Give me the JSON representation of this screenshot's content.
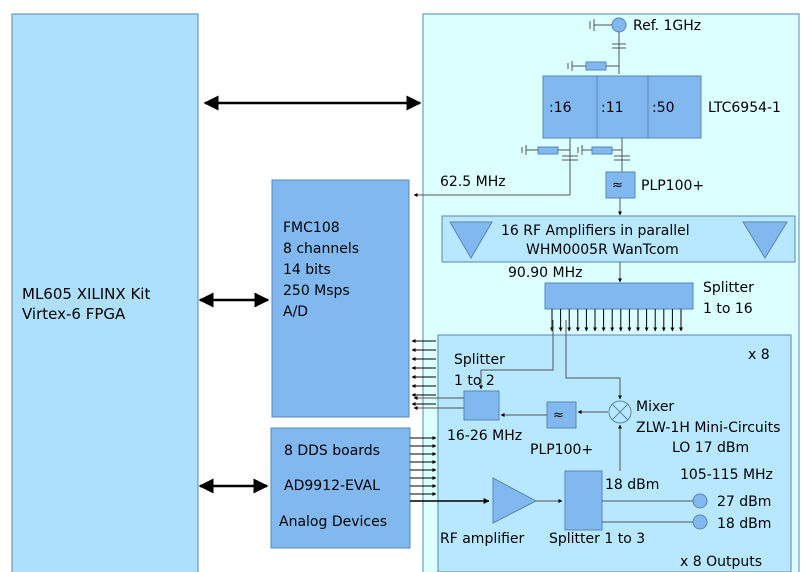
{
  "fpga": {
    "line1": "ML605 XILINX Kit",
    "line2": "Virtex-6 FPGA"
  },
  "ref": "Ref. 1GHz",
  "divider": {
    "d1": ":16",
    "d2": ":11",
    "d3": ":50",
    "part": "LTC6954-1"
  },
  "freq_62": "62.5 MHz",
  "filter_top": "PLP100+",
  "adc": {
    "l1": "FMC108",
    "l2": "8 channels",
    "l3": "14 bits",
    "l4": "250 Msps",
    "l5": "A/D"
  },
  "amps": {
    "l1": "16 RF Amplifiers in parallel",
    "l2": "WHM0005R WanTcom"
  },
  "freq_90": "90.90 MHz",
  "splitter16": {
    "l1": "Splitter",
    "l2": "1 to 16"
  },
  "x8": "x 8",
  "splitter2": {
    "l1": "Splitter",
    "l2": "1 to 2"
  },
  "mixer": {
    "l1": "Mixer",
    "l2": "ZLW-1H Mini-Circuits",
    "l3": "LO 17 dBm"
  },
  "freq_16": "16-26 MHz",
  "filter_mid": "PLP100+",
  "dds": {
    "l1": "8 DDS boards",
    "l2": "AD9912-EVAL",
    "l3": "Analog Devices"
  },
  "dbm18a": "18 dBm",
  "freq_105": "105-115 MHz",
  "out27": "27 dBm",
  "out18": "18 dBm",
  "rf_amp": "RF amplifier",
  "splitter3": "Splitter 1 to 3",
  "x8out": "x 8 Outputs",
  "colors": {
    "panel": "#dcffff",
    "fpga": "#aee0fb",
    "block": "#80b8ef",
    "inner": "#b8e8ff",
    "stroke": "#5a86b0"
  }
}
